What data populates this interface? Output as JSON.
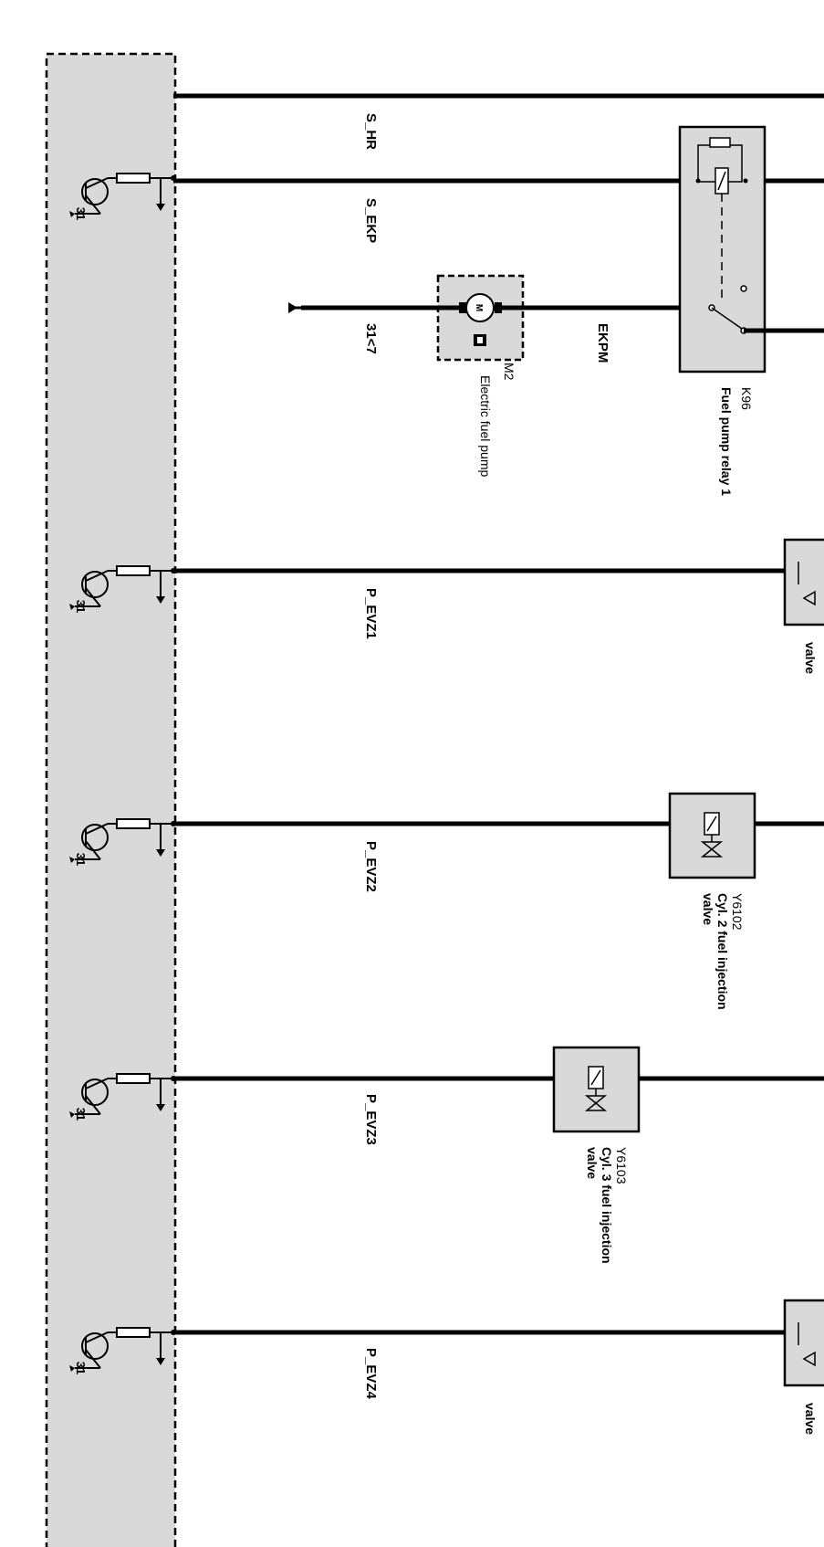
{
  "signals": {
    "s_hr": "S_HR",
    "s_ekp": "S_EKP",
    "pump_ground": "31<7",
    "ekpm": "EKPM",
    "p_evz1": "P_EVZ1",
    "p_evz2": "P_EVZ2",
    "p_evz3": "P_EVZ3",
    "p_evz4": "P_EVZ4"
  },
  "ground_pin": "31",
  "components": {
    "m2": {
      "id": "M2",
      "desc": "Electric fuel pump",
      "motor_letter": "M"
    },
    "k96": {
      "id": "K96",
      "desc": "Fuel pump relay 1"
    },
    "y6101": {
      "desc": "valve"
    },
    "y6102": {
      "id": "Y6102",
      "desc_line1": "Cyl. 2 fuel injection",
      "desc_line2": "valve"
    },
    "y6103": {
      "id": "Y6103",
      "desc_line1": "Cyl. 3 fuel injection",
      "desc_line2": "valve"
    },
    "y6104": {
      "desc": "valve"
    }
  },
  "colors": {
    "module_fill": "#d9d9d9",
    "wire": "#000000"
  }
}
